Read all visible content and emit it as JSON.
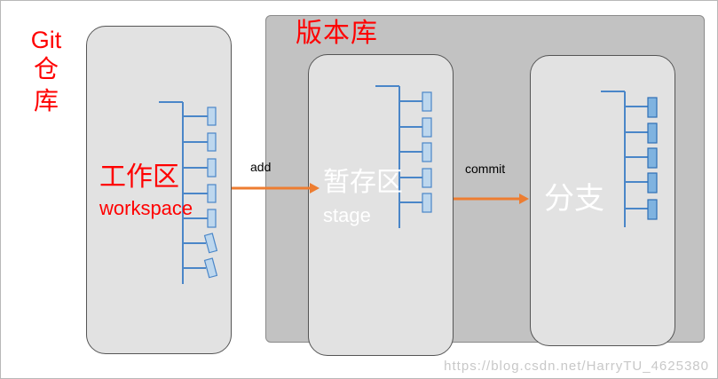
{
  "git_repo_label": {
    "latin": "Git",
    "line2": "仓",
    "line3": "库"
  },
  "repository_label": "版本库",
  "workspace": {
    "label_cn": "工作区",
    "label_en": "workspace"
  },
  "stage": {
    "label_cn": "暂存区",
    "label_en": "stage"
  },
  "branch": {
    "label_cn": "分支"
  },
  "arrows": {
    "add": "add",
    "commit": "commit"
  },
  "watermark": "https://blog.csdn.net/HarryTU_4625380",
  "colors": {
    "accent_red": "#ff0000",
    "arrow_orange": "#ed7d31",
    "tree_blue": "#4a86c8",
    "file_fill": "#bdd7ee",
    "branch_file_fill": "#9dc3e6"
  }
}
